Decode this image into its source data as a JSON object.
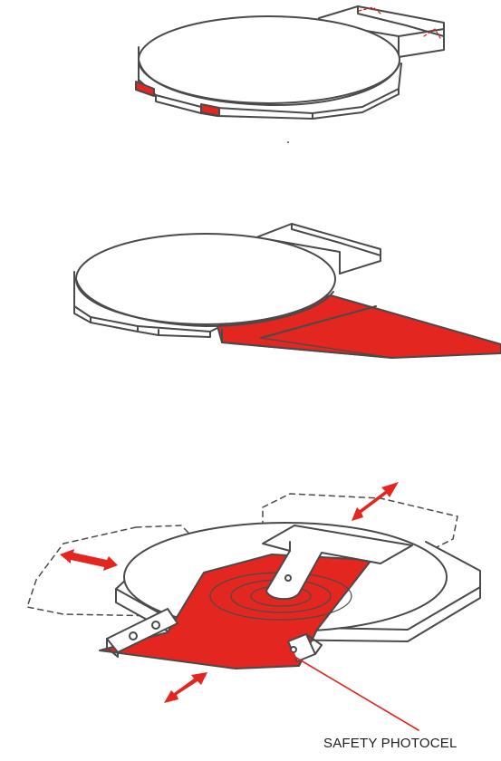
{
  "labels": {
    "safety_photocell": "SAFETY PHOTOCEL"
  },
  "colors": {
    "outline": "#4a4a4a",
    "accent": "#e3261f",
    "background": "#ffffff"
  },
  "icons": [
    "turntable-drawing",
    "double-arrow-icon",
    "dashed-motion-outline"
  ]
}
